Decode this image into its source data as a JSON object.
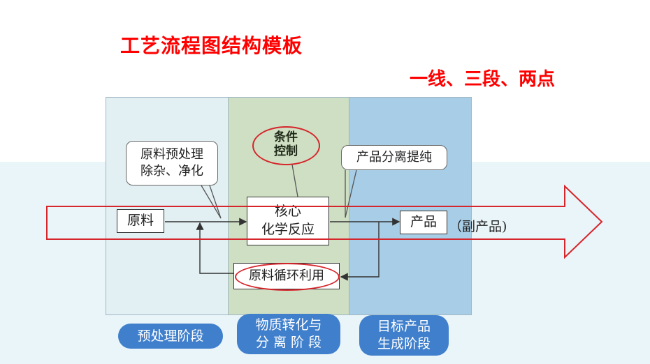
{
  "title": "工艺流程图结构模板",
  "subtitle": "一线、三段、两点",
  "stages": [
    {
      "label": "预处理阶段"
    },
    {
      "label_line1": "物质转化与",
      "label_line2": "分 离 阶 段"
    },
    {
      "label_line1": "目标产品",
      "label_line2": "生成阶段"
    }
  ],
  "nodes": {
    "raw_material": "原料",
    "core_line1": "核心",
    "core_line2": "化学反应",
    "product": "产品",
    "byproduct": "（副产品)",
    "recycle": "原料循环利用"
  },
  "callouts": {
    "pretreat_line1": "原料预处理",
    "pretreat_line2": "除杂、净化",
    "condition_line1": "条件",
    "condition_line2": "控制",
    "separation": "产品分离提纯"
  },
  "colors": {
    "title": "#ff0000",
    "highlight": "#d6252b",
    "stage_pretreatment": "#e2eff3",
    "stage_conversion": "#cfdfc3",
    "stage_product": "#a8cde6",
    "pill": "#3f7fcc"
  }
}
